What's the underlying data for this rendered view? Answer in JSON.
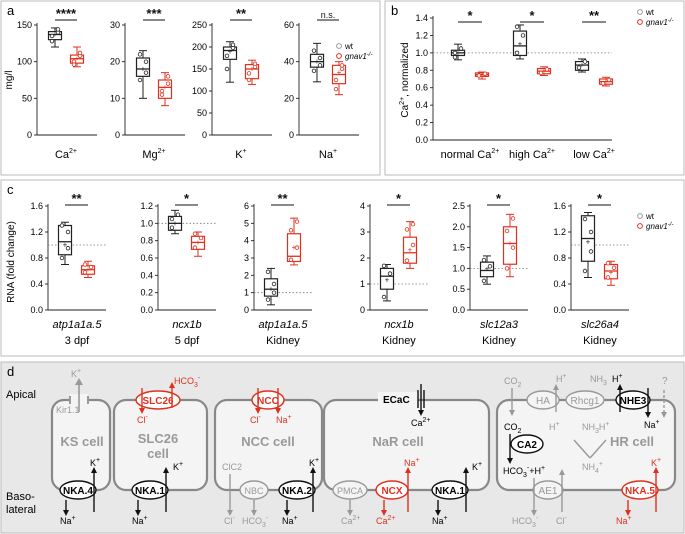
{
  "legend": {
    "wt": "wt",
    "mut": "gnav1",
    "mut_sup": "-/-"
  },
  "colors": {
    "wt": "#222222",
    "mut": "#e0301e",
    "grey": "#9a9a9a",
    "panel_d_bg": "#e8e8e8"
  },
  "panel_a": {
    "label": "a",
    "ylabel": "mg/l",
    "charts": [
      {
        "ion": "Ca",
        "sup": "2+",
        "sig": "****",
        "ymin": 0,
        "ymax": 150,
        "ticks": [
          0,
          50,
          100,
          150
        ],
        "wt": {
          "q1": 130,
          "med": 137,
          "q3": 141,
          "lo": 120,
          "hi": 146,
          "mean": 137,
          "pts": [
            128,
            140,
            135,
            144
          ]
        },
        "mut": {
          "q1": 98,
          "med": 104,
          "q3": 109,
          "lo": 93,
          "hi": 120,
          "mean": 104,
          "pts": [
            100,
            108,
            96,
            112
          ]
        }
      },
      {
        "ion": "Mg",
        "sup": "2+",
        "sig": "***",
        "ymin": 0,
        "ymax": 30,
        "ticks": [
          0,
          10,
          20,
          30
        ],
        "wt": {
          "q1": 16,
          "med": 18,
          "q3": 21,
          "lo": 10,
          "hi": 23,
          "mean": 18,
          "pts": [
            15,
            20,
            22,
            17
          ]
        },
        "mut": {
          "q1": 10,
          "med": 13,
          "q3": 15,
          "lo": 8,
          "hi": 17,
          "mean": 13,
          "pts": [
            11,
            14,
            12,
            16
          ]
        }
      },
      {
        "ion": "K",
        "sup": "+",
        "sig": "**",
        "ymin": 0,
        "ymax": 250,
        "ticks": [
          0,
          50,
          100,
          150,
          200,
          250
        ],
        "wt": {
          "q1": 172,
          "med": 192,
          "q3": 200,
          "lo": 120,
          "hi": 212,
          "mean": 190,
          "pts": [
            180,
            198,
            150,
            205
          ]
        },
        "mut": {
          "q1": 128,
          "med": 150,
          "q3": 160,
          "lo": 115,
          "hi": 170,
          "mean": 150,
          "pts": [
            140,
            155,
            125,
            162
          ]
        }
      },
      {
        "ion": "Na",
        "sup": "+",
        "sig": "n.s.",
        "ymin": 0,
        "ymax": 60,
        "ticks": [
          0,
          20,
          40,
          60
        ],
        "wt": {
          "q1": 37,
          "med": 40,
          "q3": 44,
          "lo": 29,
          "hi": 50,
          "mean": 40,
          "pts": [
            35,
            42,
            46,
            38
          ]
        },
        "mut": {
          "q1": 28,
          "med": 33,
          "q3": 38,
          "lo": 22,
          "hi": 40,
          "mean": 34,
          "pts": [
            30,
            36,
            25,
            38
          ]
        }
      }
    ]
  },
  "panel_b": {
    "label": "b",
    "ylabel": "Ca",
    "ylabel_sup": "2+",
    "ylabel_rest": ", normalized",
    "yticks": [
      "0.0",
      "0.2",
      "0.4",
      "0.6",
      "0.8",
      "1.0",
      "1.2",
      "1.4"
    ],
    "ymin": 0,
    "ymax": 1.4,
    "groups": [
      {
        "label": "normal Ca",
        "sup": "2+",
        "sig": "*",
        "wt": {
          "q1": 0.97,
          "med": 1.0,
          "q3": 1.03,
          "lo": 0.92,
          "hi": 1.1,
          "mean": 1.0,
          "pts": [
            0.95,
            1.05,
            1.0
          ]
        },
        "mut": {
          "q1": 0.73,
          "med": 0.75,
          "q3": 0.77,
          "lo": 0.7,
          "hi": 0.78,
          "mean": 0.75,
          "pts": [
            0.74,
            0.76
          ]
        }
      },
      {
        "label": "high Ca",
        "sup": "2+",
        "sig": "*",
        "wt": {
          "q1": 0.97,
          "med": 1.08,
          "q3": 1.25,
          "lo": 0.93,
          "hi": 1.32,
          "mean": 1.1,
          "pts": [
            1.0,
            1.2,
            1.3
          ]
        },
        "mut": {
          "q1": 0.76,
          "med": 0.79,
          "q3": 0.82,
          "lo": 0.74,
          "hi": 0.84,
          "mean": 0.79,
          "pts": [
            0.77,
            0.81
          ]
        }
      },
      {
        "label": "low Ca",
        "sup": "2+",
        "sig": "**",
        "wt": {
          "q1": 0.8,
          "med": 0.86,
          "q3": 0.9,
          "lo": 0.78,
          "hi": 0.93,
          "mean": 0.86,
          "pts": [
            0.83,
            0.9
          ]
        },
        "mut": {
          "q1": 0.64,
          "med": 0.67,
          "q3": 0.7,
          "lo": 0.62,
          "hi": 0.72,
          "mean": 0.67,
          "pts": [
            0.65,
            0.69
          ]
        }
      }
    ]
  },
  "panel_c": {
    "label": "c",
    "ylabel": "RNA (fold change)",
    "charts": [
      {
        "gene": "atp1a1a.5",
        "sub": "3 dpf",
        "sig": "**",
        "ymin": 0,
        "ymax": 1.6,
        "ticks": [
          "0.0",
          "0.4",
          "0.8",
          "1.2",
          "1.6"
        ],
        "wt": {
          "q1": 0.85,
          "med": 1.05,
          "q3": 1.3,
          "lo": 0.7,
          "hi": 1.35,
          "mean": 1.0,
          "pts": [
            0.8,
            1.2,
            1.3,
            0.95
          ]
        },
        "mut": {
          "q1": 0.55,
          "med": 0.62,
          "q3": 0.68,
          "lo": 0.5,
          "hi": 0.75,
          "mean": 0.62,
          "pts": [
            0.58,
            0.66,
            0.7
          ]
        }
      },
      {
        "gene": "ncx1b",
        "sub": "5 dpf",
        "sig": "*",
        "ymin": 0,
        "ymax": 1.2,
        "ticks": [
          "0.0",
          "0.2",
          "0.4",
          "0.6",
          "0.8",
          "1.0",
          "1.2"
        ],
        "wt": {
          "q1": 0.92,
          "med": 1.0,
          "q3": 1.08,
          "lo": 0.88,
          "hi": 1.15,
          "mean": 1.0,
          "pts": [
            0.95,
            1.1,
            1.05
          ]
        },
        "mut": {
          "q1": 0.7,
          "med": 0.78,
          "q3": 0.85,
          "lo": 0.62,
          "hi": 0.9,
          "mean": 0.78,
          "pts": [
            0.72,
            0.83,
            0.88
          ]
        }
      },
      {
        "gene": "atp1a1a.5",
        "sub": "Kidney",
        "sig": "**",
        "ymin": 0,
        "ymax": 6,
        "ticks": [
          "0",
          "1",
          "2",
          "3",
          "4",
          "5",
          "6"
        ],
        "wt": {
          "q1": 0.8,
          "med": 1.2,
          "q3": 1.8,
          "lo": 0.3,
          "hi": 2.4,
          "mean": 1.2,
          "pts": [
            0.6,
            1.5,
            2.2,
            1.0
          ]
        },
        "mut": {
          "q1": 2.8,
          "med": 3.1,
          "q3": 4.4,
          "lo": 2.6,
          "hi": 5.3,
          "mean": 3.6,
          "pts": [
            2.9,
            3.6,
            4.6,
            5.1
          ]
        }
      },
      {
        "gene": "ncx1b",
        "sub": "Kidney",
        "sig": "*",
        "ymin": 0,
        "ymax": 4,
        "ticks": [
          "0",
          "1",
          "2",
          "3",
          "4"
        ],
        "wt": {
          "q1": 0.8,
          "med": 1.3,
          "q3": 1.6,
          "lo": 0.35,
          "hi": 1.75,
          "mean": 1.15,
          "pts": [
            0.5,
            1.4,
            1.7
          ]
        },
        "mut": {
          "q1": 1.8,
          "med": 2.2,
          "q3": 2.8,
          "lo": 1.6,
          "hi": 3.4,
          "mean": 2.3,
          "pts": [
            1.9,
            2.5,
            3.1,
            3.3
          ]
        }
      },
      {
        "gene": "slc12a3",
        "sub": "Kidney",
        "sig": "*",
        "ymin": 0,
        "ymax": 2.5,
        "ticks": [
          "0.0",
          "0.5",
          "1.0",
          "1.5",
          "2.0",
          "2.5"
        ],
        "wt": {
          "q1": 0.8,
          "med": 0.95,
          "q3": 1.15,
          "lo": 0.62,
          "hi": 1.3,
          "mean": 0.98,
          "pts": [
            0.7,
            1.05,
            1.2
          ]
        },
        "mut": {
          "q1": 1.1,
          "med": 1.6,
          "q3": 2.0,
          "lo": 0.8,
          "hi": 2.3,
          "mean": 1.6,
          "pts": [
            1.0,
            1.5,
            1.9,
            2.2
          ]
        }
      },
      {
        "gene": "slc26a4",
        "sub": "Kidney",
        "sig": "*",
        "ymin": 0,
        "ymax": 1.6,
        "ticks": [
          "0.0",
          "0.4",
          "0.8",
          "1.2",
          "1.6"
        ],
        "wt": {
          "q1": 0.75,
          "med": 1.1,
          "q3": 1.45,
          "lo": 0.5,
          "hi": 1.5,
          "mean": 1.05,
          "pts": [
            0.6,
            1.2,
            1.4,
            0.9
          ]
        },
        "mut": {
          "q1": 0.48,
          "med": 0.6,
          "q3": 0.7,
          "lo": 0.38,
          "hi": 0.75,
          "mean": 0.58,
          "pts": [
            0.5,
            0.65,
            0.72
          ]
        }
      }
    ]
  },
  "panel_d": {
    "label": "d",
    "apical": "Apical",
    "baso1": "Baso-",
    "baso2": "lateral",
    "cells": [
      {
        "name": "KS cell"
      },
      {
        "name": "SLC26",
        "name2": "cell"
      },
      {
        "name": "NCC cell"
      },
      {
        "name": "NaR cell"
      },
      {
        "name": "HR cell"
      }
    ],
    "labels": {
      "kir": "Kir1.1",
      "k": "K",
      "plus": "+",
      "na": "Na",
      "cl": "Cl",
      "minus": "-",
      "hco3": "HCO",
      "hco3_sub": "3",
      "ca": "Ca",
      "two_plus": "2+",
      "co2": "CO",
      "co2_sub": "2",
      "h": "H",
      "nh3": "NH",
      "nh3_sub": "3",
      "nh4": "NH",
      "nh4_sub": "4",
      "q": "?",
      "plus_sign": "+",
      "slc26": "SLC26",
      "ncc": "NCC",
      "ecac": "ECaC",
      "ha": "HA",
      "rhcg1": "Rhcg1",
      "nhe3": "NHE3",
      "ca2": "CA2",
      "nka4": "NKA.4",
      "nka1": "NKA.1",
      "nka2": "NKA.2",
      "nka5": "NKA.5",
      "clc2": "ClC2",
      "nbc": "NBC",
      "pmca": "PMCA",
      "ncx": "NCX",
      "ae1": "AE1"
    }
  }
}
